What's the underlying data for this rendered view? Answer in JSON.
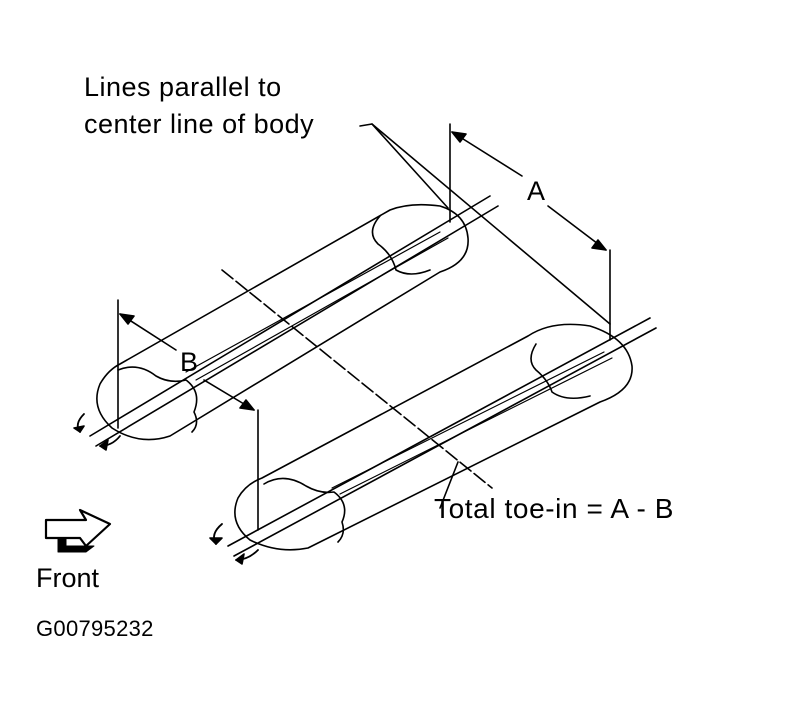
{
  "labels": {
    "callout_line1": "Lines parallel to",
    "callout_line2": "center line of body",
    "dimension_a": "A",
    "dimension_b": "B",
    "formula": "Total toe-in = A - B",
    "front": "Front",
    "figure_id": "G00795232"
  },
  "colors": {
    "ink": "#000000",
    "paper": "#ffffff"
  },
  "icons": {
    "front_direction": "front-arrow-icon"
  }
}
